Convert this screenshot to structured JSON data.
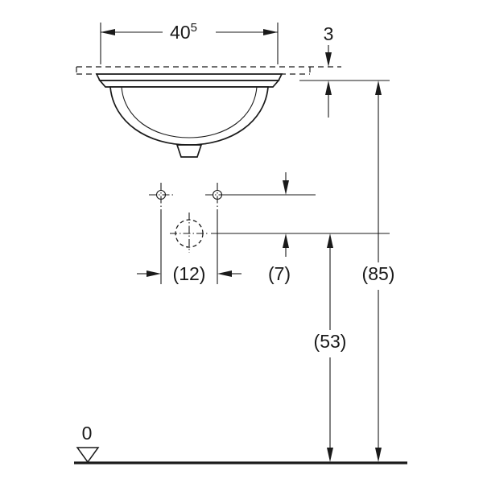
{
  "dimensions": {
    "width": {
      "value": "40",
      "superscript": "5"
    },
    "counter_offset": "3",
    "tap_spacing": "(12)",
    "tap_to_drain": "(7)",
    "drain_height": "(53)",
    "overall_height": "(85)"
  },
  "datum": {
    "label": "0"
  },
  "colors": {
    "line": "#1a1a1a",
    "background": "#ffffff"
  }
}
